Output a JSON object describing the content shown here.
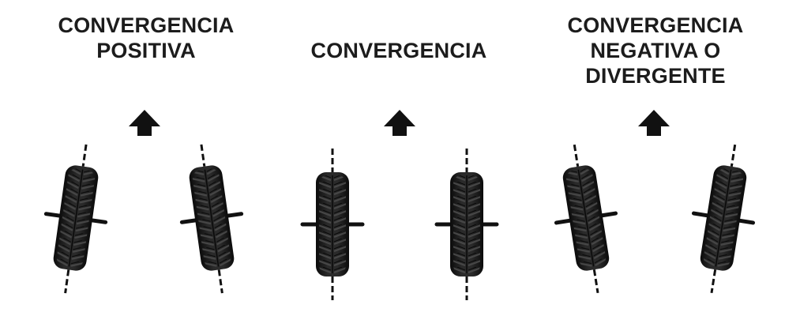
{
  "diagrams": [
    {
      "id": "positiva",
      "title_lines": [
        "CONVERGENCIA",
        "POSITIVA"
      ]
    },
    {
      "id": "neutral",
      "title_lines": [
        "",
        "CONVERGENCIA"
      ]
    },
    {
      "id": "negativa",
      "title_lines": [
        "CONVERGENCIA",
        "NEGATIVA O",
        "DIVERGENTE"
      ]
    }
  ],
  "icons": {
    "direction": "up-arrow-icon",
    "wheel": "tire-icon"
  },
  "colors": {
    "text": "#1c1c1c",
    "tire": "#151515",
    "tread": "#3a3a3a",
    "axle": "#111111",
    "background": "#ffffff"
  }
}
